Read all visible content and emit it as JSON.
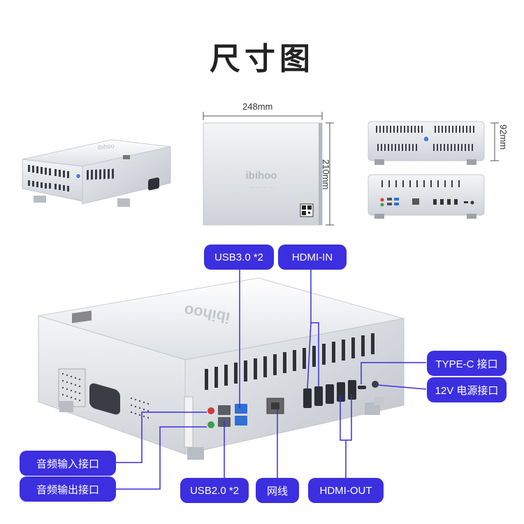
{
  "heading": "尺寸图",
  "dimensions": {
    "width": "248mm",
    "depth": "210mm",
    "height": "92mm"
  },
  "top_view_brand": "ibihoo",
  "labels": {
    "usb3": "USB3.0 *2",
    "hdmi_in": "HDMI-IN",
    "type_c": "TYPE-C 接口",
    "power": "12V 电源接口",
    "audio_in": "音频输入接口",
    "audio_out": "音频输出接口",
    "usb2": "USB2.0 *2",
    "lan": "网线",
    "hdmi_out": "HDMI-OUT"
  },
  "colors": {
    "accent": "#3c2fe0",
    "chassis": "#e4e6ea",
    "port_blue": "#2f6fd6",
    "audio_red": "#d23a3a",
    "audio_green": "#3aa04a"
  }
}
